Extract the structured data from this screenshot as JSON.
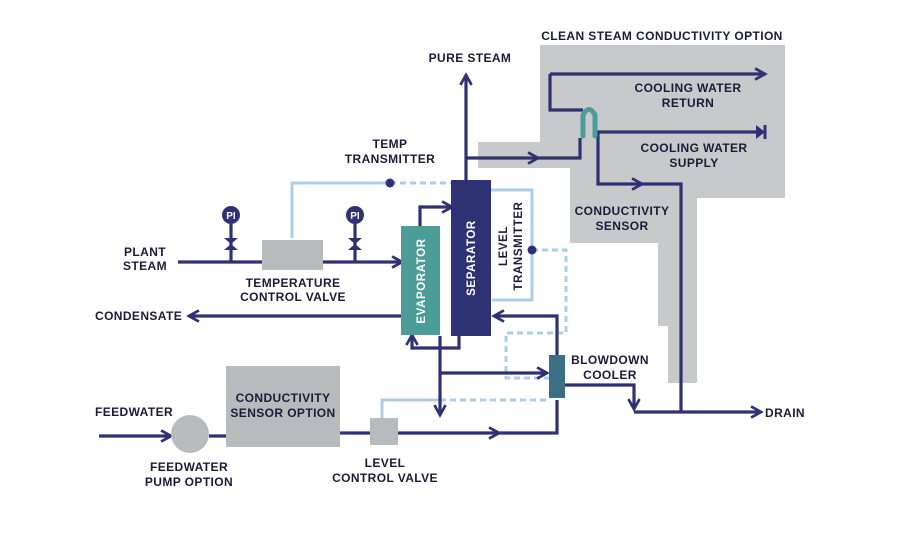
{
  "labels": {
    "pure_steam": "PURE STEAM",
    "clean_steam_option": "CLEAN STEAM CONDUCTIVITY OPTION",
    "cooling_water_return_1": "COOLING WATER",
    "cooling_water_return_2": "RETURN",
    "cooling_water_supply_1": "COOLING WATER",
    "cooling_water_supply_2": "SUPPLY",
    "conductivity_sensor_1": "CONDUCTIVITY",
    "conductivity_sensor_2": "SENSOR",
    "temp_transmitter_1": "TEMP",
    "temp_transmitter_2": "TRANSMITTER",
    "plant_steam_1": "PLANT",
    "plant_steam_2": "STEAM",
    "temperature_control_valve_1": "TEMPERATURE",
    "temperature_control_valve_2": "CONTROL VALVE",
    "condensate": "CONDENSATE",
    "evaporator": "EVAPORATOR",
    "separator": "SEPARATOR",
    "level_transmitter_1": "LEVEL",
    "level_transmitter_2": "TRANSMITTER",
    "blowdown_cooler_1": "BLOWDOWN",
    "blowdown_cooler_2": "COOLER",
    "drain": "DRAIN",
    "feedwater": "FEEDWATER",
    "conductivity_sensor_option_1": "CONDUCTIVITY",
    "conductivity_sensor_option_2": "SENSOR OPTION",
    "feedwater_pump_option_1": "FEEDWATER",
    "feedwater_pump_option_2": "PUMP OPTION",
    "level_control_valve_1": "LEVEL",
    "level_control_valve_2": "CONTROL VALVE",
    "pi_1": "PI",
    "pi_2": "PI"
  },
  "colors": {
    "pipe": "#2e3174",
    "signal_line": "#a9cfe6",
    "option_region": "#c8c9cb",
    "evaporator": "#4c9c98",
    "separator": "#2e3174",
    "blowdown_cooler": "#3c6f86",
    "equipment_gray": "#b9babc"
  }
}
